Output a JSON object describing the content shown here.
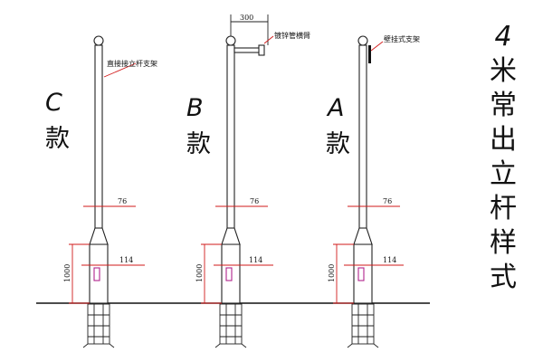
{
  "title_vertical": [
    "4",
    "米",
    "常",
    "出",
    "立",
    "杆",
    "样",
    "式"
  ],
  "variant_suffix": "款",
  "variants": [
    {
      "letter": "C",
      "bracket_label": "直接接立杆支架",
      "dim_top": "76",
      "dim_base": "114",
      "dim_height": "1000"
    },
    {
      "letter": "B",
      "bracket_label": "镀锌管横臂",
      "arm_length": "300",
      "dim_top": "76",
      "dim_base": "114",
      "dim_height": "1000"
    },
    {
      "letter": "A",
      "bracket_label": "壁挂式支架",
      "dim_top": "76",
      "dim_base": "114",
      "dim_height": "1000"
    }
  ],
  "colors": {
    "line": "#222222",
    "dimension": "#d21a1a",
    "door": "#b0238c"
  }
}
